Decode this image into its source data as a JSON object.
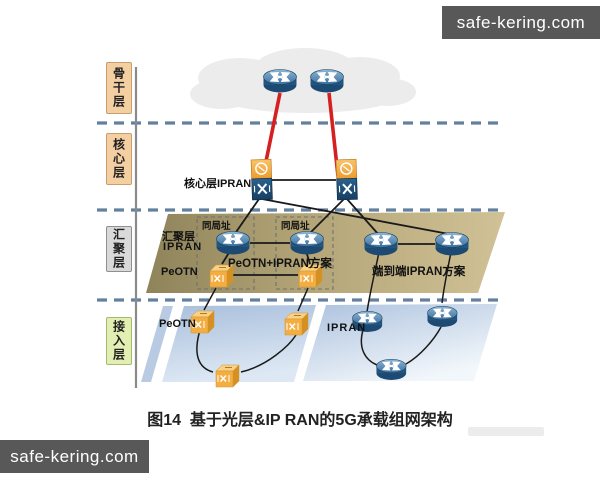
{
  "watermark_top": {
    "text": "safe-kering.com"
  },
  "watermark_bottom": {
    "text": "safe-kering.com"
  },
  "caption": "图14  基于光层&IP RAN的5G承载组网架构",
  "layers": {
    "backbone": {
      "label": "骨干层"
    },
    "core": {
      "label": "核心层"
    },
    "aggregation": {
      "label": "汇聚层"
    },
    "access": {
      "label": "接入层"
    }
  },
  "diagram": {
    "core_region": {
      "label": "核心层IPRAN"
    },
    "aggregation_region": {
      "ipran_row_label_line1": "汇聚层",
      "ipran_row_label_line2": "IPRAN",
      "peotn_row_label": "PeOTN",
      "colocated_left": "同局址",
      "colocated_right": "同局址",
      "scheme_left": "PeOTN+IPRAN方案",
      "scheme_right": "端到端IPRAN方案"
    },
    "access_region": {
      "peotn_label": "PeOTN",
      "ipran_label": "IPRAN"
    }
  },
  "icons": {
    "router": "router-icon",
    "core_device": "core-ipran-device-icon",
    "otn_device": "peotn-cube-icon",
    "cloud": "backbone-cloud-shape"
  },
  "colors": {
    "link_red": "#d62020",
    "link_black": "#1a1a1a",
    "divider_dash": "#64809f",
    "aggregation_plane": "#b3a577",
    "access_plane": "#bccde4",
    "backbone_chip": "#f4cfa2",
    "core_chip": "#f4cfa2",
    "aggregation_chip": "#d9d9d9",
    "access_chip": "#e3efb2",
    "watermark_bg": "#585858"
  }
}
